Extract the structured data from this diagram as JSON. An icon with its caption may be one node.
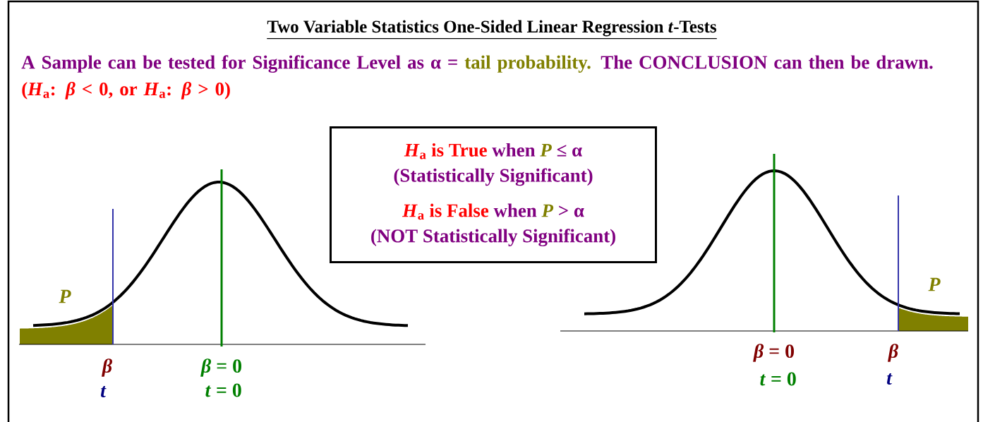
{
  "diagram": {
    "title": "Two Variable Statistics One-Sided Linear Regression *t*-Tests",
    "nodes": [
      {
        "text": [
          "*H*$_{a}$ is True",
          "when",
          "*P*",
          "≤ α",
          "(Statistically Significant)",
          "*H*$_{a}$ is False",
          "when",
          "*P*",
          "> α",
          "(NOT Statistically Significant)"
        ]
      }
    ],
    "labels": [
      "A Sample can be tested for Significance Level as α =",
      "tail probability.",
      "The CONCLUSION can then be drawn.",
      "(*H*$_{a}$: *β* < 0, or *H*$_{a}$: *β* > 0)",
      "P",
      "β",
      "t",
      "*β* = 0",
      "*t* = 0",
      "P",
      "*β* = 0",
      "*t* = 0",
      "β",
      "t"
    ]
  }
}
